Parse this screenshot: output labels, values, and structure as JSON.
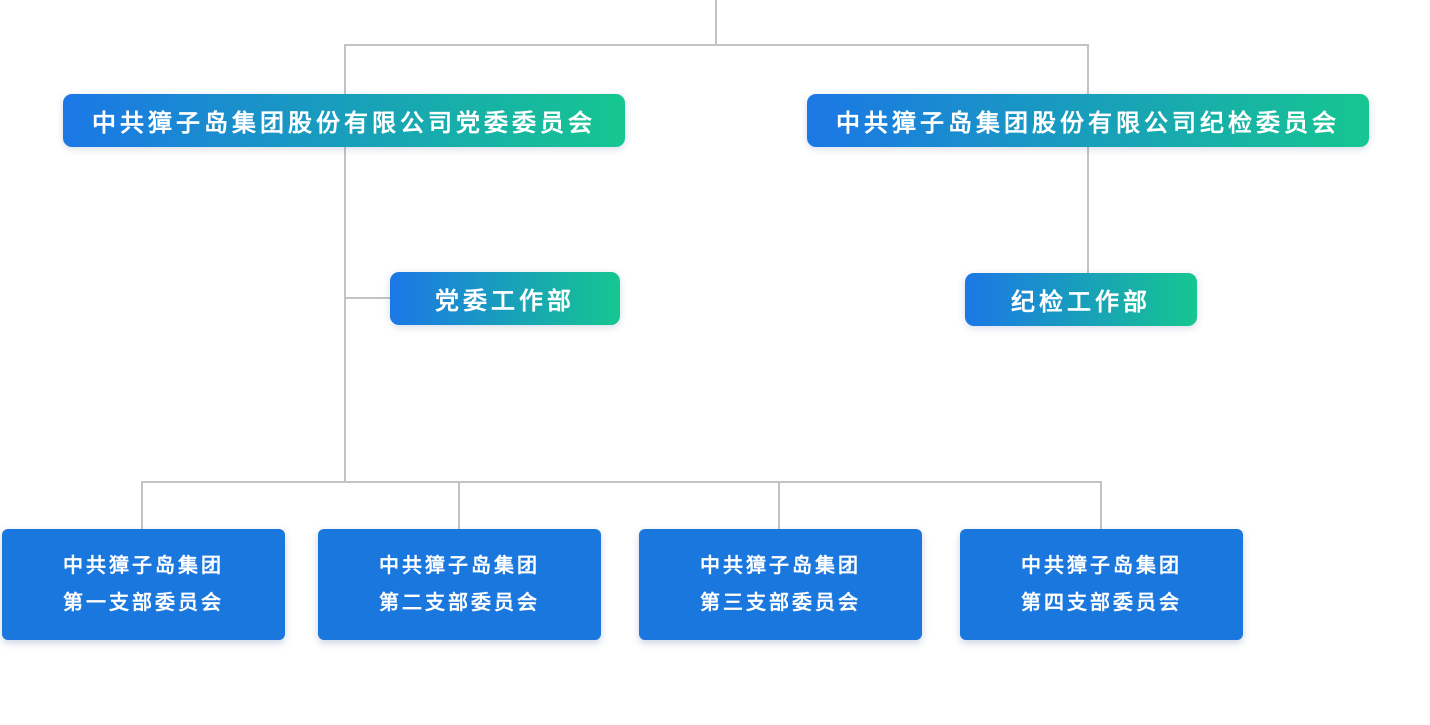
{
  "colors": {
    "node_gradient_start": "#1b77e6",
    "node_gradient_end": "#16c690",
    "branch_blue": "#1a77de",
    "connector": "#c3c3c3",
    "node_text": "#ffffff",
    "canvas_bg": "#ffffff"
  },
  "nodes": {
    "party_committee": {
      "label": "中共獐子岛集团股份有限公司党委委员会"
    },
    "discipline_committee": {
      "label": "中共獐子岛集团股份有限公司纪检委员会"
    },
    "party_work_dept": {
      "label": "党委工作部"
    },
    "discipline_work_dept": {
      "label": "纪检工作部"
    },
    "branches": [
      {
        "lines": [
          "中共獐子岛集团",
          "第一支部委员会"
        ]
      },
      {
        "lines": [
          "中共獐子岛集团",
          "第二支部委员会"
        ]
      },
      {
        "lines": [
          "中共獐子岛集团",
          "第三支部委员会"
        ]
      },
      {
        "lines": [
          "中共獐子岛集团",
          "第四支部委员会"
        ]
      }
    ]
  }
}
